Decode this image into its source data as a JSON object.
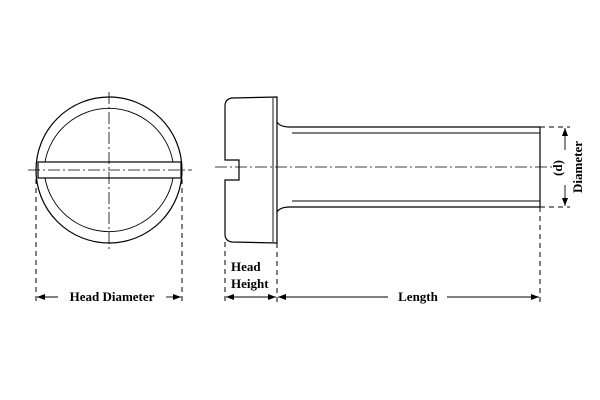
{
  "labels": {
    "head_diameter": "Head Diameter",
    "head_height_line1": "Head",
    "head_height_line2": "Height",
    "length": "Length",
    "diameter_symbol": "(d)",
    "diameter": "Diameter"
  },
  "colors": {
    "line": "#000000",
    "background": "#ffffff"
  }
}
